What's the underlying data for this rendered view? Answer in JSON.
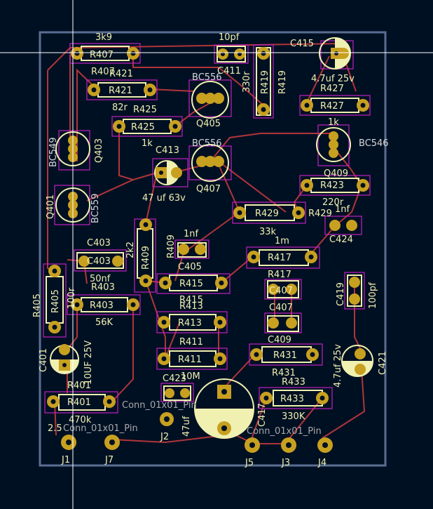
{
  "colors": {
    "background": "#001023",
    "board_edge": "#5a6e92",
    "track": "#b0353a",
    "pad": "#c8a020",
    "silk": "#f0f0b0",
    "courtyard": "#c020c0",
    "cursor": "#ffffff"
  },
  "labels": {
    "r407": "R407",
    "r407v": "3k9",
    "r407r": "R407",
    "r421": "R421",
    "r421r": "R421",
    "r421v": "82r",
    "c411": "C411",
    "c411v": "10pf",
    "r419": "R419",
    "r419v": "330r",
    "c415": "C415",
    "c415v": "4.7uf 25v",
    "r427": "R427",
    "r427r": "R427",
    "q405": "Q405",
    "bc556a": "BC556",
    "r425": "R425",
    "r425r": "R425",
    "r425v": "1k",
    "bc549": "BC549",
    "q403": "Q403",
    "c413": "C413",
    "c413v": "47 uf 63v",
    "bc556b": "BC556",
    "q407": "Q407",
    "bc546": "BC546",
    "q409": "Q409",
    "r423v": "1k",
    "r423": "R423",
    "r423r": "220r",
    "q401": "Q401",
    "bc559": "BC559",
    "r429": "R429",
    "r429r": "R429",
    "r429v": "33k",
    "c424v": "1nf",
    "c424": "C424",
    "r409": "R409",
    "r409v": "2k2",
    "r409r": "R409",
    "c405v": "1nf",
    "c405": "C405",
    "r417": "R417",
    "r417v": "1m",
    "r417r": "R417",
    "c403": "C403",
    "c403r": "C403",
    "c403v": "50nf",
    "r415": "R415",
    "r415r": "R415",
    "c407": "C407",
    "c407r": "C407",
    "r405": "R405",
    "r405v": "100r",
    "r403": "R403",
    "r403r": "R403",
    "r403v": "56K",
    "r413": "R413",
    "r413r": "R413",
    "c409": "C409",
    "c419": "C419",
    "c419v": "100pf",
    "c401": "C401",
    "c401v": "10UF 25V",
    "r411": "R411",
    "r411r": "R411",
    "r411v": "10M",
    "r431": "R431",
    "r431r": "R431",
    "c421": "C421",
    "c421v": "4.7uf 25v",
    "r433": "R433",
    "r433r": "R433",
    "r433v": "330K",
    "c423": "C423",
    "c423v": "47uf",
    "r401": "R401",
    "r401r": "R401",
    "r401v": "470k",
    "conn_a": "Conn_01x01_Pin",
    "conn_b": "Conn_01x01_Pin",
    "conn_c": "Conn_01x01_Pin",
    "c417": "C417",
    "j1": "J1",
    "j7": "J7",
    "j2": "J2",
    "j5": "J5",
    "j3": "J3",
    "j4": "J4",
    "c417v": "2.5"
  }
}
